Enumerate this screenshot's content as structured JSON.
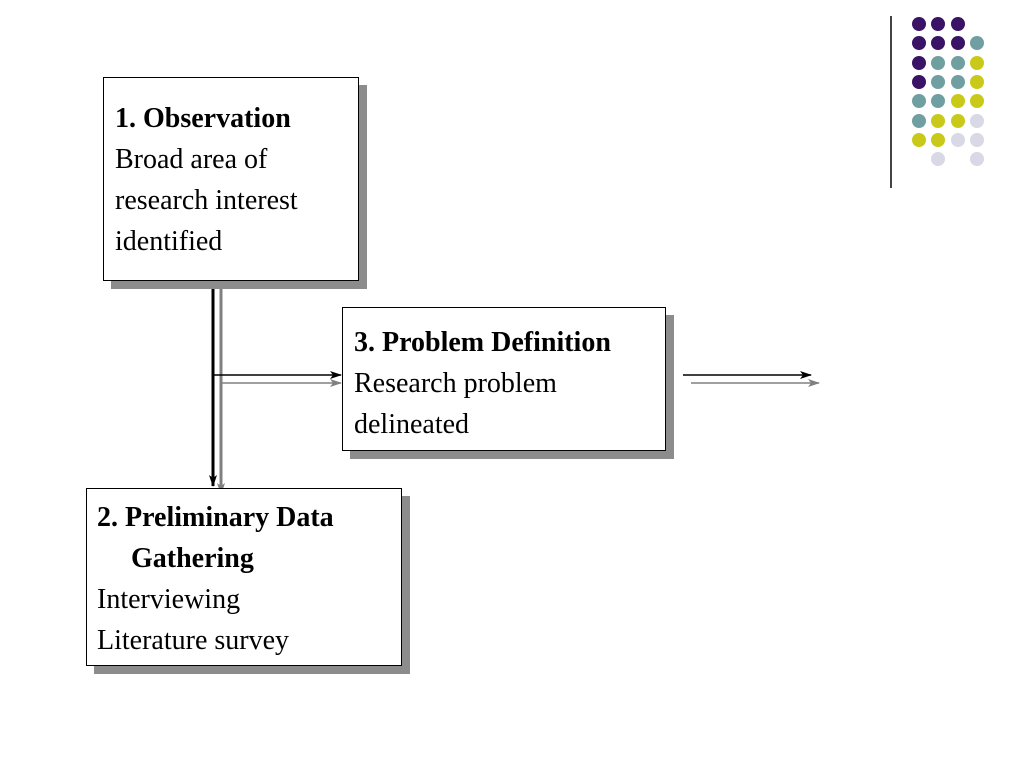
{
  "colors": {
    "purple": "#3a1266",
    "teal": "#6f9fa0",
    "olive": "#c9c91a",
    "lavender": "#d8d8e6",
    "shadow": "#8c8c8c",
    "arrow_dark": "#000000",
    "arrow_gray": "#808080"
  },
  "boxes": {
    "observation": {
      "title": "1. Observation",
      "lines": [
        "Broad area of",
        "research interest",
        "identified"
      ]
    },
    "problem_definition": {
      "title": "3. Problem Definition",
      "lines": [
        "Research problem",
        "delineated"
      ]
    },
    "preliminary": {
      "title_line1": "2. Preliminary Data",
      "title_line2": "Gathering",
      "lines": [
        "Interviewing",
        "Literature survey"
      ]
    }
  },
  "decoration": {
    "dot_grid": [
      [
        "purple",
        "purple",
        "purple",
        null
      ],
      [
        "purple",
        "purple",
        "purple",
        "teal"
      ],
      [
        "purple",
        "teal",
        "teal",
        "olive"
      ],
      [
        "purple",
        "teal",
        "teal",
        "olive"
      ],
      [
        "teal",
        "teal",
        "olive",
        "olive"
      ],
      [
        "teal",
        "olive",
        "olive",
        "lavender"
      ],
      [
        "olive",
        "olive",
        "lavender",
        "lavender"
      ],
      [
        null,
        "lavender",
        null,
        "lavender"
      ]
    ]
  }
}
